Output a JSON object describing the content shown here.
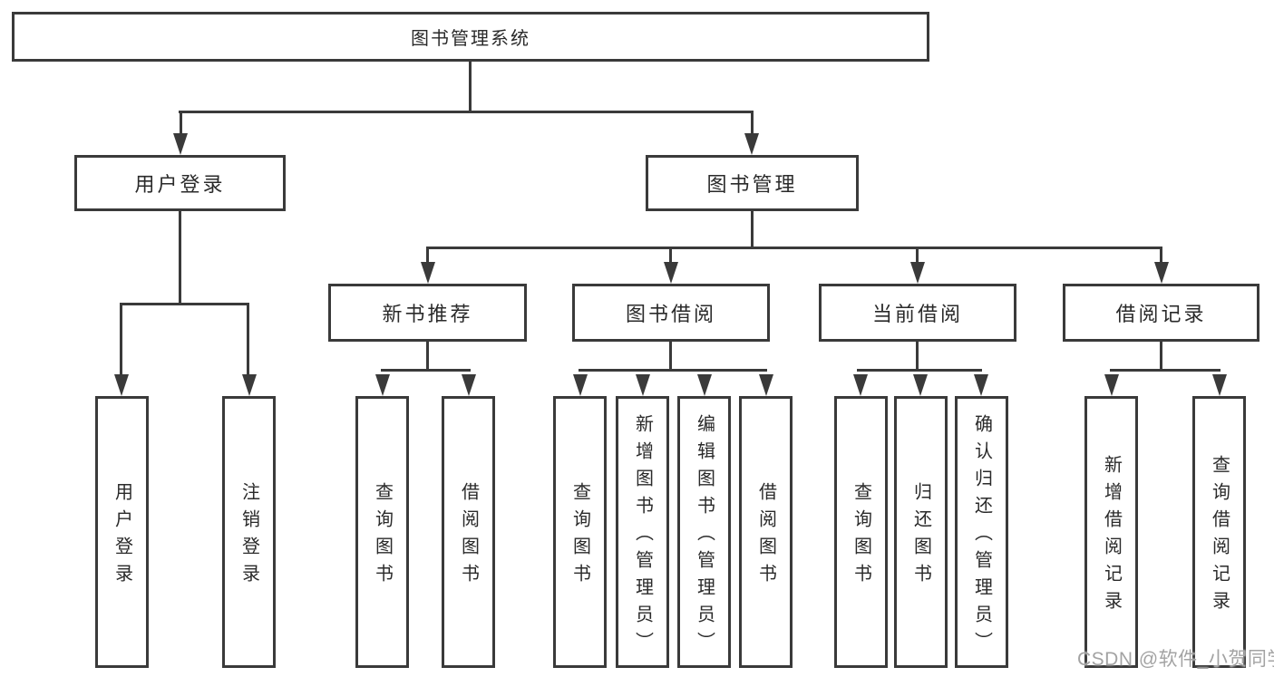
{
  "tree": {
    "label": "图书管理系统",
    "children": [
      {
        "label": "用户登录",
        "children": [
          {
            "label": "用户登录"
          },
          {
            "label": "注销登录"
          }
        ]
      },
      {
        "label": "图书管理",
        "children": [
          {
            "label": "新书推荐",
            "children": [
              {
                "label": "查询图书"
              },
              {
                "label": "借阅图书"
              }
            ]
          },
          {
            "label": "图书借阅",
            "children": [
              {
                "label": "查询图书"
              },
              {
                "label": "新增图书（管理员）"
              },
              {
                "label": "编辑图书（管理员）"
              },
              {
                "label": "借阅图书"
              }
            ]
          },
          {
            "label": "当前借阅",
            "children": [
              {
                "label": "查询图书"
              },
              {
                "label": "归还图书"
              },
              {
                "label": "确认归还（管理员）"
              }
            ]
          },
          {
            "label": "借阅记录",
            "children": [
              {
                "label": "新增借阅记录"
              },
              {
                "label": "查询借阅记录"
              }
            ]
          }
        ]
      }
    ]
  },
  "colors": {
    "line": "#3a3a3a",
    "text": "#2a2a2a",
    "background": "#ffffff",
    "watermark_gray": "#a3a3a3"
  },
  "watermark": {
    "text": "CSDN @软件_小贺同学"
  }
}
